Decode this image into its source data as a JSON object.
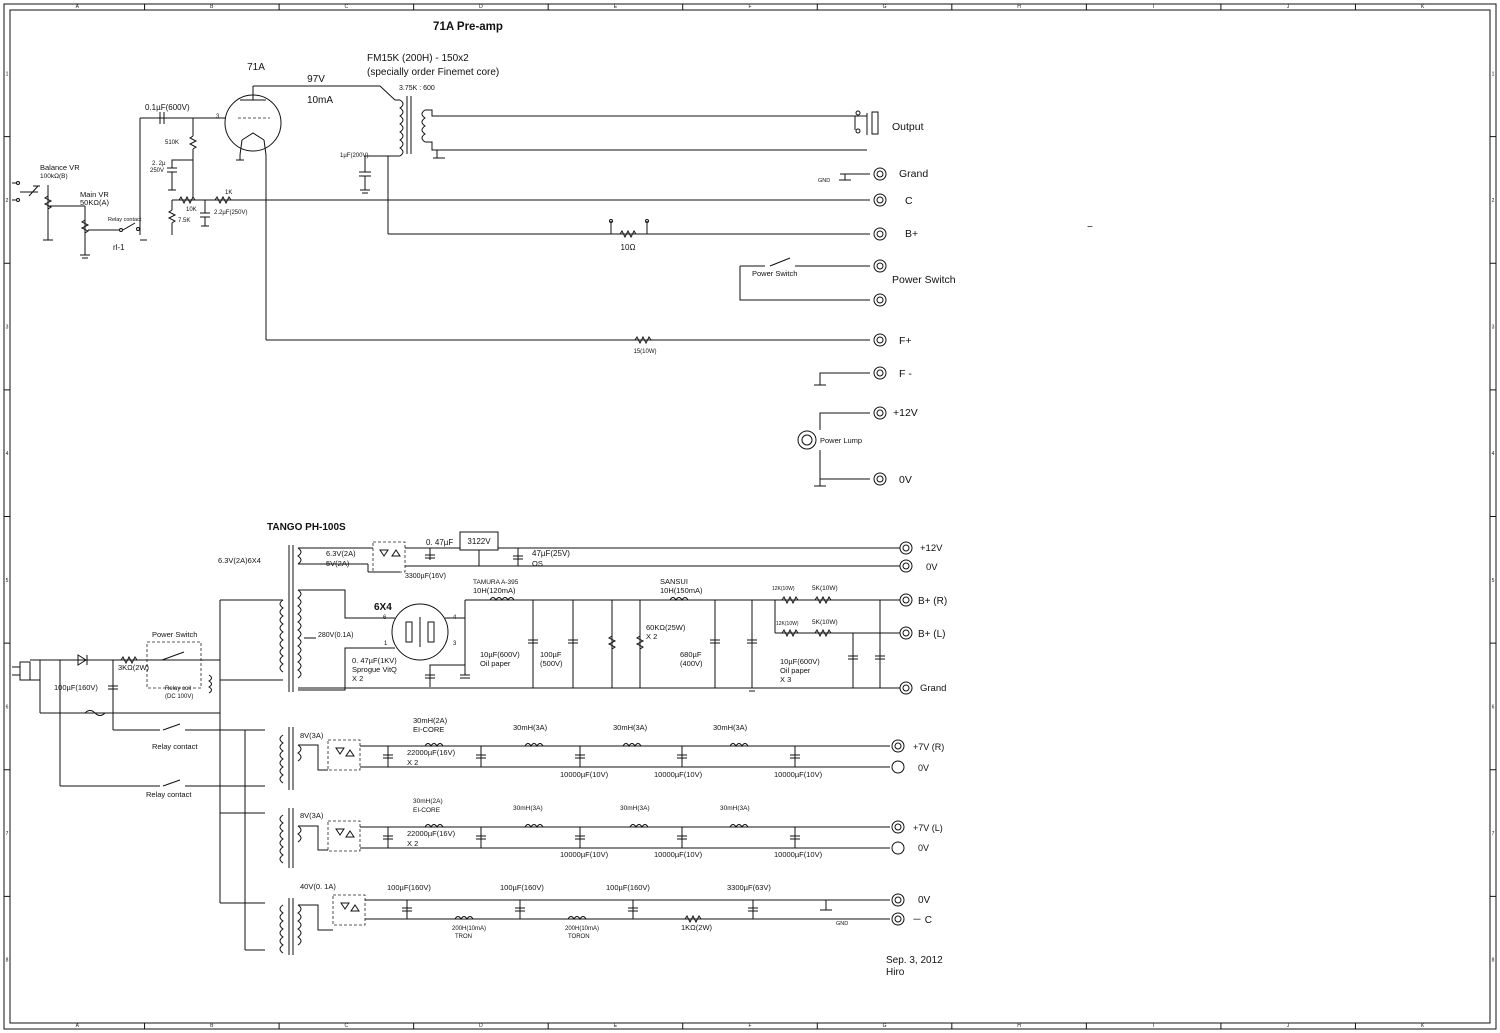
{
  "title": "71A Pre-amp",
  "grid": {
    "cols": [
      "A",
      "B",
      "C",
      "D",
      "E",
      "F",
      "G",
      "H",
      "I",
      "J",
      "K"
    ],
    "rows": [
      "1",
      "2",
      "3",
      "4",
      "5",
      "6",
      "7",
      "8"
    ]
  },
  "preamp": {
    "tube": "71A",
    "plate_voltage": "97V",
    "plate_current": "10mA",
    "transformer_line1": "FM15K (200H) - 150x2",
    "transformer_line2": "(specially order Finemet core)",
    "ratio": "3.75K : 600",
    "coupling_cap": "0.1µF(600V)",
    "pin_grid": "3",
    "r_grid": "510K",
    "c_left_1": "2. 2µ",
    "c_left_2": "250V",
    "r_10k": "10K",
    "r_75k": "7.5K",
    "r_1k": "1K",
    "cap_bias": "2.2µF(250V)",
    "cap_1uf": "1µF(200V)",
    "balance_vr_1": "Balance VR",
    "balance_vr_2": "100kΩ(B)",
    "main_vr_1": "Main VR",
    "main_vr_2": "50KΩ(A)",
    "relay_contact": "Relay contact",
    "rl1": "rl-1",
    "r_10ohm": "10Ω",
    "r_15": "15(10W)",
    "power_switch_small": "Power Switch",
    "power_lump": "Power Lump",
    "gnd": "GND"
  },
  "terminals_top": [
    {
      "label": "Output"
    },
    {
      "label": "Grand"
    },
    {
      "label": "C"
    },
    {
      "label": "B+"
    },
    {
      "label": "Power Switch"
    },
    {
      "label": "F+"
    },
    {
      "label": "F -"
    },
    {
      "label": "+12V"
    },
    {
      "label": "0V"
    }
  ],
  "psu": {
    "transformer": "TANGO  PH-100S",
    "heater_tap": "6.3V(2A)6X4",
    "w_63": "6.3V(2A)",
    "w_5v": "5V(2A)",
    "cap_047": "0. 47µF",
    "reg": "3122V",
    "cap_47": "47µF(25V)",
    "os": "OS",
    "cap_3300": "3300µF(16V)",
    "rect_tube": "6X4",
    "pin6": "6",
    "pin4": "4",
    "pin1": "1",
    "pin3": "3",
    "w_280": "280V(0.1A)",
    "sprague_1": "0. 47µF(1KV)",
    "sprague_2": "Sprogue VitQ",
    "sprague_3": "X 2",
    "tamura_1": "TAMURA A-395",
    "tamura_2": "10H(120mA)",
    "sansui_1": "SANSUI",
    "sansui_2": "10H(150mA)",
    "oil1_1": "10µF(600V)",
    "oil1_2": "Oil paper",
    "c100_1": "100µF",
    "c100_2": "(500V)",
    "r60k_1": "60KΩ(25W)",
    "r60k_2": "X 2",
    "c680_1": "680µF",
    "c680_2": "(400V)",
    "r12k_a": "12K(10W)",
    "r5k_a": "5K(10W)",
    "r12k_b": "12K(10W)",
    "r5k_b": "5K(10W)",
    "oil2_1": "10µF(600V)",
    "oil2_2": "Oil paper",
    "oil2_3": "X 3",
    "power_switch": "Power  Switch",
    "r_3k": "3KΩ(2W)",
    "cap_100_160": "100µF(160V)",
    "relay_coil_1": "Relay coil",
    "relay_coil_2": "(DC 100V)",
    "relay_contact_1": "Relay  contact",
    "relay_contact_2": "Relay  contact"
  },
  "terminals_psu": [
    {
      "label": "+12V"
    },
    {
      "label": "0V"
    },
    {
      "label": "B+  (R)"
    },
    {
      "label": "B+  (L)"
    },
    {
      "label": "Grand"
    },
    {
      "label": "+7V  (R)"
    },
    {
      "label": "0V"
    },
    {
      "label": "+7V  (L)"
    },
    {
      "label": "0V"
    },
    {
      "label": "0V"
    },
    {
      "label": "－  C"
    }
  ],
  "rail_r": {
    "winding": "8V(3A)",
    "choke1_1": "30mH(2A)",
    "choke1_2": "EI-CORE",
    "cap1_1": "22000µF(16V)",
    "cap1_2": "X 2",
    "choke2": "30mH(3A)",
    "choke3": "30mH(3A)",
    "choke4": "30mH(3A)",
    "cap2": "10000µF(10V)",
    "cap3": "10000µF(10V)",
    "cap4": "10000µF(10V)"
  },
  "rail_l": {
    "winding": "8V(3A)",
    "choke1_1": "30mH(2A)",
    "choke1_2": "EI-CORE",
    "cap1_1": "22000µF(16V)",
    "cap1_2": "X 2",
    "choke2": "30mH(3A)",
    "choke3": "30mH(3A)",
    "choke4": "30mH(3A)",
    "cap2": "10000µF(10V)",
    "cap3": "10000µF(10V)",
    "cap4": "10000µF(10V)"
  },
  "rail_c": {
    "winding": "40V(0. 1A)",
    "cap1": "100µF(160V)",
    "cap2": "100µF(160V)",
    "cap3": "100µF(160V)",
    "cap4": "3300µF(63V)",
    "ch1_1": "200H(10mA)",
    "ch1_2": "TRON",
    "ch2_1": "200H(10mA)",
    "ch2_2": "TORON",
    "r1k": "1KΩ(2W)",
    "gnd": "GND"
  },
  "footer": {
    "date": "Sep. 3, 2012",
    "author": "Hiro"
  },
  "marker": "−"
}
